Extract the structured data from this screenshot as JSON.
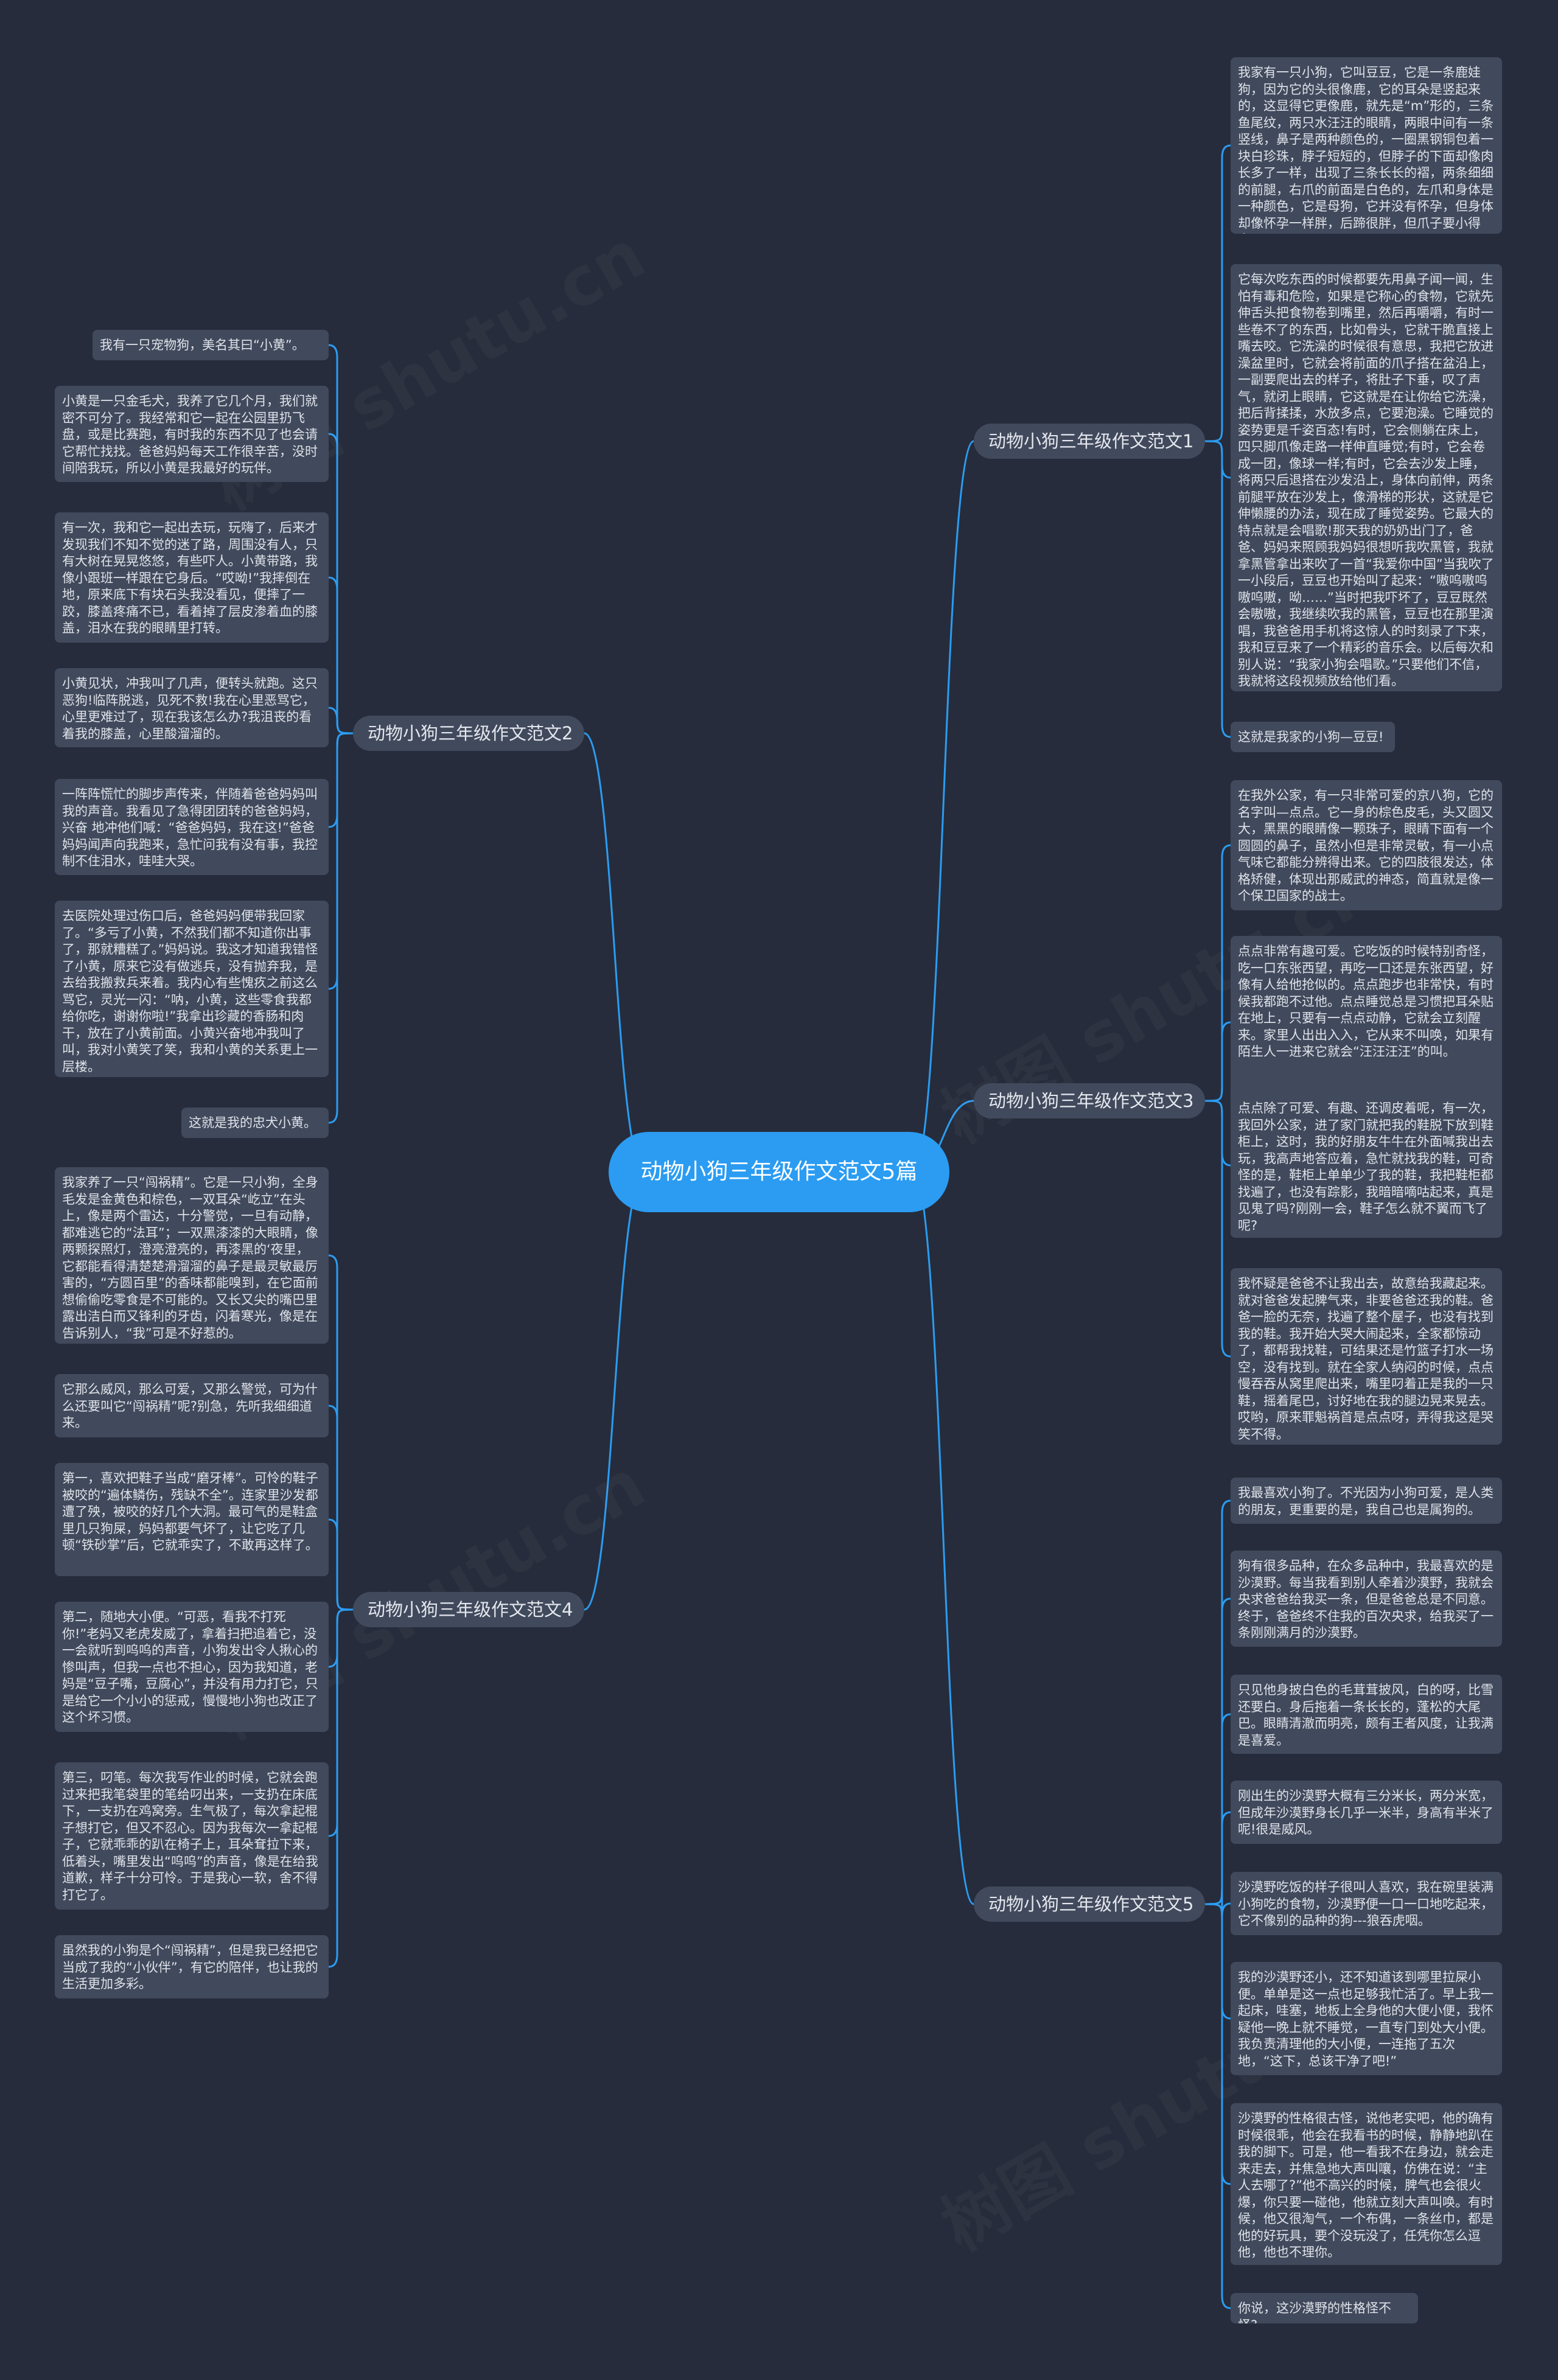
{
  "center": {
    "title": "动物小狗三年级作文范文5篇"
  },
  "branches": [
    {
      "label": "动物小狗三年级作文范文1",
      "leaves": [
        "我家有一只小狗，它叫豆豆，它是一条鹿娃狗，因为它的头很像鹿，它的耳朵是竖起来的，这显得它更像鹿，就先是“m”形的，三条鱼尾纹，两只水汪汪的眼睛，两眼中间有一条竖线，鼻子是两种颜色的，一圈黑钢铜包着一块白珍珠，脖子短短的，但脖子的下面却像肉长多了一样，出现了三条长长的褶，两条细细的前腿，右爪的前面是白色的，左爪和身体是一种颜色，它是母狗，它并没有怀孕，但身体却像怀孕一样胖，后蹄很胖，但爪子要小得多。",
        "它每次吃东西的时候都要先用鼻子闻一闻，生怕有毒和危险，如果是它称心的食物，它就先伸舌头把食物卷到嘴里，然后再嚼嚼，有时一些卷不了的东西，比如骨头，它就干脆直接上嘴去咬。它洗澡的时候很有意思，我把它放进澡盆里时，它就会将前面的爪子搭在盆沿上，一副要爬出去的样子，将肚子下垂，叹了声气，就闭上眼睛，它这就是在让你给它洗澡，把后背揉揉，水放多点，它要泡澡。它睡觉的姿势更是千姿百态!有时，它会侧躺在床上，四只脚爪像走路一样伸直睡觉;有时，它会卷成一团，像球一样;有时，它会去沙发上睡，将两只后退搭在沙发沿上，身体向前伸，两条前腿平放在沙发上，像滑梯的形状，这就是它伸懒腰的办法，现在成了睡觉姿势。它最大的特点就是会唱歌!那天我的奶奶出门了，爸爸、妈妈来照顾我妈妈很想听我吹黑管，我就拿黑管拿出来吹了一首“我爱你中国”当我吹了一小段后，豆豆也开始叫了起来：“嗷呜嗷呜嗷呜嗷，呦……”当时把我吓坏了，豆豆既然会嗷嗷，我继续吹我的黑管，豆豆也在那里演唱，我爸爸用手机将这惊人的时刻录了下来，我和豆豆来了一个精彩的音乐会。以后每次和别人说：“我家小狗会唱歌。”只要他们不信，我就将这段视频放给他们看。",
        "这就是我家的小狗—豆豆!"
      ]
    },
    {
      "label": "动物小狗三年级作文范文2",
      "leaves": [
        "我有一只宠物狗，美名其曰“小黄”。",
        "小黄是一只金毛犬，我养了它几个月，我们就密不可分了。我经常和它一起在公园里扔飞盘，或是比赛跑，有时我的东西不见了也会请它帮忙找找。爸爸妈妈每天工作很辛苦，没时间陪我玩，所以小黄是我最好的玩伴。",
        "有一次，我和它一起出去玩，玩嗨了，后来才发现我们不知不觉的迷了路，周围没有人，只有大树在晃晃悠悠，有些吓人。小黄带路，我像小跟班一样跟在它身后。“哎呦!”我摔倒在地，原来底下有块石头我没看见，便摔了一跤，膝盖疼痛不已，看着掉了层皮渗着血的膝盖，泪水在我的眼睛里打转。",
        "小黄见状，冲我叫了几声，便转头就跑。这只恶狗!临阵脱逃，见死不救!我在心里恶骂它，心里更难过了，现在我该怎么办?我沮丧的看着我的膝盖，心里酸溜溜的。",
        "一阵阵慌忙的脚步声传来，伴随着爸爸妈妈叫我的声音。我看见了急得团团转的爸爸妈妈，兴奋 地冲他们喊：“爸爸妈妈，我在这!”爸爸妈妈闻声向我跑来，急忙问我有没有事，我控制不住泪水，哇哇大哭。",
        "去医院处理过伤口后，爸爸妈妈便带我回家了。“多亏了小黄，不然我们都不知道你出事了，那就糟糕了。”妈妈说。我这才知道我错怪了小黄，原来它没有做逃兵，没有抛弃我，是去给我搬救兵来着。我内心有些愧疚之前这么骂它，灵光一闪：“呐，小黄，这些零食我都给你吃，谢谢你啦!”我拿出珍藏的香肠和肉干，放在了小黄前面。小黄兴奋地冲我叫了叫，我对小黄笑了笑，我和小黄的关系更上一层楼。",
        "这就是我的忠犬小黄。"
      ]
    },
    {
      "label": "动物小狗三年级作文范文3",
      "leaves": [
        "在我外公家，有一只非常可爱的京八狗，它的名字叫—点点。它一身的棕色皮毛，头又圆又大，黑黑的眼睛像一颗珠子，眼睛下面有一个圆圆的鼻子，虽然小但是非常灵敏，有一小点气味它都能分辨得出来。它的四肢很发达，体格矫健，体现出那威武的神态，简直就是像一个保卫国家的战士。",
        "点点非常有趣可爱。它吃饭的时候特别奇怪，吃一口东张西望，再吃一口还是东张西望，好像有人给他抢似的。点点跑步也非常快，有时候我都跑不过他。点点睡觉总是习惯把耳朵贴在地上，只要有一点点动静，它就会立刻醒来。家里人出出入入，它从来不叫唤，如果有陌生人一进来它就会“汪汪汪汪”的叫。",
        "点点除了可爱、有趣、还调皮着呢，有一次，我回外公家，进了家门就把我的鞋脱下放到鞋柜上，这时，我的好朋友牛牛在外面喊我出去玩，我高声地答应着，急忙就找我的鞋，可奇怪的是，鞋柜上单单少了我的鞋，我把鞋柜都找遍了，也没有踪影，我暗暗嘀咕起来，真是见鬼了吗?刚刚一会，鞋子怎么就不翼而飞了呢?",
        "我怀疑是爸爸不让我出去，故意给我藏起来。就对爸爸发起脾气来，非要爸爸还我的鞋。爸爸一脸的无奈，找遍了整个屋子，也没有找到我的鞋。我开始大哭大闹起来，全家都惊动了，都帮我找鞋，可结果还是竹篮子打水一场空，没有找到。就在全家人纳闷的时候，点点慢吞吞从窝里爬出来，嘴里叼着正是我的一只鞋，摇着尾巴，讨好地在我的腿边晃来晃去。哎哟，原来罪魁祸首是点点呀，弄得我这是哭笑不得。"
      ]
    },
    {
      "label": "动物小狗三年级作文范文4",
      "leaves": [
        "我家养了一只“闯祸精”。它是一只小狗，全身毛发是金黄色和棕色，一双耳朵“屹立”在头上，像是两个雷达，十分警觉，一旦有动静，都难逃它的“法耳”；一双黑漆漆的大眼睛，像两颗探照灯，澄亮澄亮的，再漆黑的‘夜里，它都能看得清楚楚滑溜溜的鼻子是最灵敏最厉害的，“方圆百里”的香味都能嗅到，在它面前想偷偷吃零食是不可能的。又长又尖的嘴巴里露出洁白而又锋利的牙齿，闪着寒光，像是在告诉别人，“我”可是不好惹的。",
        "它那么威风，那么可爱，又那么警觉，可为什么还要叫它“闯祸精”呢?别急，先听我细细道来。",
        "第一，喜欢把鞋子当成“磨牙棒”。可怜的鞋子被咬的“遍体鳞伤，残缺不全”。连家里沙发都遭了殃，被咬的好几个大洞。最可气的是鞋盒里几只狗屎，妈妈都要气坏了，让它吃了几顿“铁砂掌”后，它就乖实了，不敢再这样了。",
        "第二，随地大小便。“可恶，看我不打死你!”老妈又老虎发威了，拿着扫把追着它，没一会就听到呜呜的声音，小狗发出令人揪心的惨叫声，但我一点也不担心，因为我知道，老妈是“豆子嘴，豆腐心”，并没有用力打它，只是给它一个小小的惩戒，慢慢地小狗也改正了这个坏习惯。",
        "第三，叼笔。每次我写作业的时候，它就会跑过来把我笔袋里的笔给叼出来，一支扔在床底下，一支扔在鸡窝旁。生气极了，每次拿起棍子想打它，但又不忍心。因为我每次一拿起棍子，它就乖乖的趴在椅子上，耳朵耷拉下来，低着头，嘴里发出“呜呜”的声音，像是在给我道歉，样子十分可怜。于是我心一软，舍不得打它了。",
        "虽然我的小狗是个“闯祸精”，但是我已经把它当成了我的“小伙伴”，有它的陪伴，也让我的生活更加多彩。"
      ]
    },
    {
      "label": "动物小狗三年级作文范文5",
      "leaves": [
        "我最喜欢小狗了。不光因为小狗可爱，是人类的朋友，更重要的是，我自己也是属狗的。",
        "狗有很多品种，在众多品种中，我最喜欢的是沙漠野。每当我看到别人牵着沙漠野，我就会央求爸爸给我买一条，但是爸爸总是不同意。终于，爸爸终不住我的百次央求，给我买了一条刚刚满月的沙漠野。",
        "只见他身披白色的毛茸茸披风，白的呀，比雪还要白。身后拖着一条长长的，蓬松的大尾巴。眼睛清澈而明亮，颇有王者风度，让我满是喜爱。",
        "刚出生的沙漠野大概有三分米长，两分米宽，但成年沙漠野身长几乎一米半，身高有半米了呢!很是威风。",
        "沙漠野吃饭的样子很叫人喜欢，我在碗里装满小狗吃的食物，沙漠野便一口一口地吃起来，它不像别的品种的狗---狼吞虎咽。",
        "我的沙漠野还小，还不知道该到哪里拉屎小便。单单是这一点也足够我忙活了。早上我一起床，哇塞，地板上全身他的大便小便，我怀疑他一晚上就不睡觉，一直专门到处大小便。我负责清理他的大小便，一连拖了五次地，“这下，总该干净了吧!”",
        "沙漠野的性格很古怪，说他老实吧，他的确有时候很乖，他会在我看书的时候，静静地趴在我的脚下。可是，他一看我不在身边，就会走来走去，并焦急地大声叫嚷，仿佛在说：“主人去哪了?”他不高兴的时候，脾气也会很火爆，你只要一碰他，他就立刻大声叫唤。有时候，他又很淘气，一个布偶，一条丝巾，都是他的好玩具，要个没玩没了，任凭你怎么逗他，他也不理你。",
        "你说，这沙漠野的性格怪不怪?"
      ]
    }
  ],
  "colors": {
    "background": "#262c3b",
    "center": "#2b9cf2",
    "node": "#414a5c",
    "link": "#2b9cf2"
  }
}
